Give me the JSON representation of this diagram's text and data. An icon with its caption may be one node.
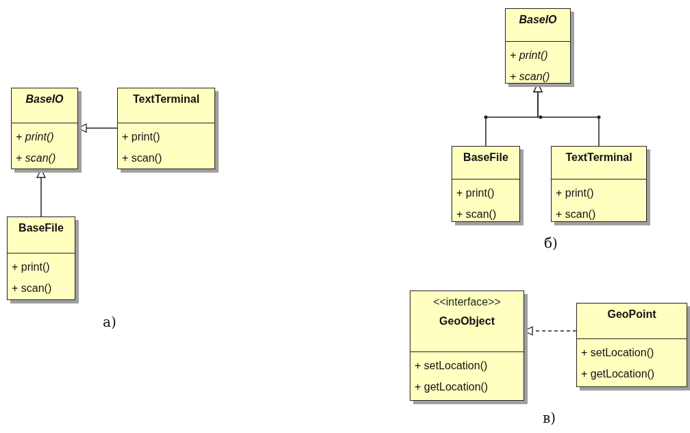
{
  "diagram": {
    "nodes": [
      {
        "text": [
          "BaseIO",
          "+ print()",
          "+ scan()"
        ]
      },
      {
        "text": [
          "TextTerminal",
          "+ print()",
          "+ scan()"
        ]
      },
      {
        "text": [
          "BaseFile",
          "+ print()",
          "+ scan()"
        ]
      },
      {
        "text": [
          "BaseIO",
          "+ print()",
          "+ scan()"
        ]
      },
      {
        "text": [
          "BaseFile",
          "+ print()",
          "+ scan()"
        ]
      },
      {
        "text": [
          "TextTerminal",
          "+ print()",
          "+ scan()"
        ]
      },
      {
        "text": [
          "<<interface>>",
          "GeoObject",
          "+ setLocation()",
          "+ getLocation()"
        ]
      },
      {
        "text": [
          "GeoPoint",
          "+ setLocation()",
          "+ getLocation()"
        ]
      }
    ],
    "edges": [
      {
        "from": 1,
        "to": 0,
        "arrow": "to"
      },
      {
        "from": 2,
        "to": 0,
        "arrow": "to"
      },
      {
        "from": 4,
        "to": 3,
        "arrow": "to"
      },
      {
        "from": 5,
        "to": 3,
        "arrow": "to"
      },
      {
        "from": 7,
        "to": 6,
        "arrow": "to",
        "style": "dashed"
      }
    ],
    "labels": [
      "а)",
      "б)",
      "в)"
    ]
  }
}
